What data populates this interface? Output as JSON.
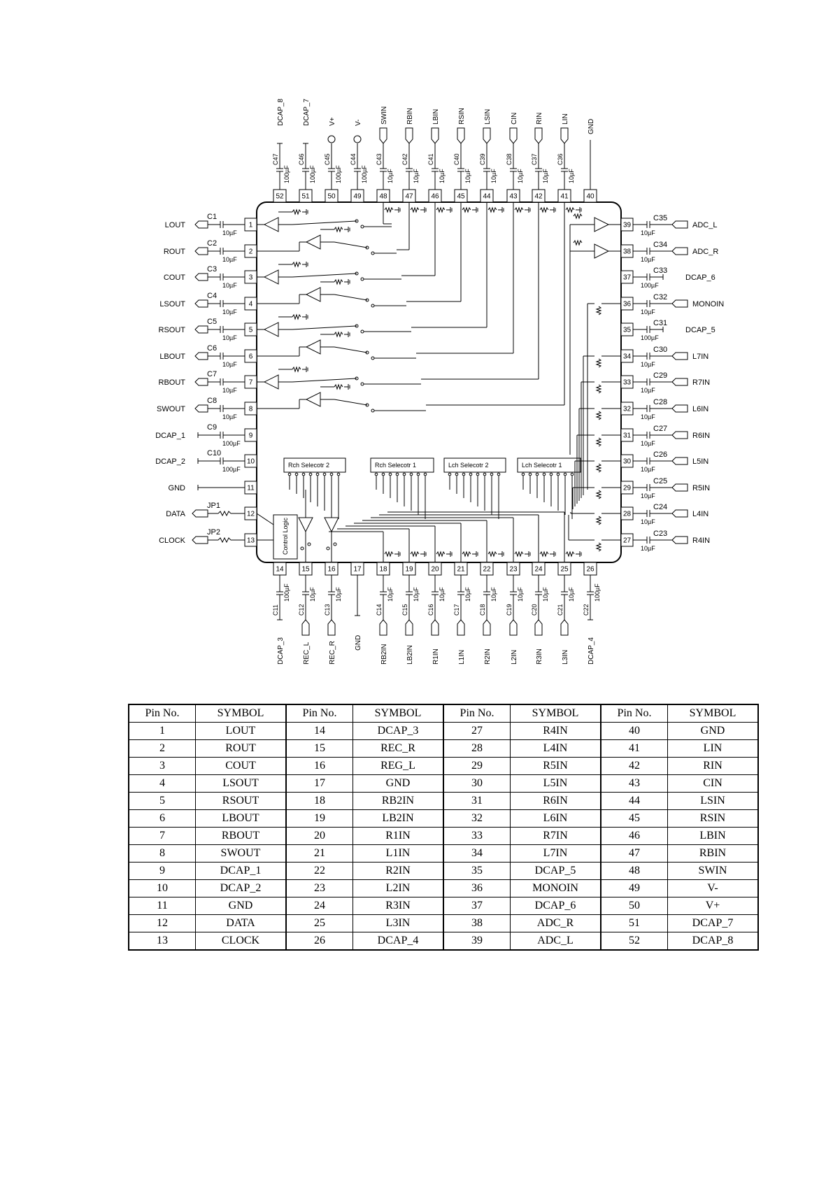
{
  "left_pins": [
    {
      "num": "1",
      "signal": "LOUT",
      "cap": "C1",
      "value": "10µF"
    },
    {
      "num": "2",
      "signal": "ROUT",
      "cap": "C2",
      "value": "10µF"
    },
    {
      "num": "3",
      "signal": "COUT",
      "cap": "C3",
      "value": "10µF"
    },
    {
      "num": "4",
      "signal": "LSOUT",
      "cap": "C4",
      "value": "10µF"
    },
    {
      "num": "5",
      "signal": "RSOUT",
      "cap": "C5",
      "value": "10µF"
    },
    {
      "num": "6",
      "signal": "LBOUT",
      "cap": "C6",
      "value": "10µF"
    },
    {
      "num": "7",
      "signal": "RBOUT",
      "cap": "C7",
      "value": "10µF"
    },
    {
      "num": "8",
      "signal": "SWOUT",
      "cap": "C8",
      "value": "10µF"
    },
    {
      "num": "9",
      "signal": "DCAP_1",
      "cap": "C9",
      "value": "100µF"
    },
    {
      "num": "10",
      "signal": "DCAP_2",
      "cap": "C10",
      "value": "100µF"
    },
    {
      "num": "11",
      "signal": "GND",
      "cap": "",
      "value": ""
    },
    {
      "num": "12",
      "signal": "DATA",
      "cap": "JP1",
      "value": ""
    },
    {
      "num": "13",
      "signal": "CLOCK",
      "cap": "JP2",
      "value": ""
    }
  ],
  "right_pins": [
    {
      "num": "39",
      "signal": "ADC_L",
      "cap": "C35",
      "value": "10µF"
    },
    {
      "num": "38",
      "signal": "ADC_R",
      "cap": "C34",
      "value": "10µF"
    },
    {
      "num": "37",
      "signal": "DCAP_6",
      "cap": "C33",
      "value": "100µF"
    },
    {
      "num": "36",
      "signal": "MONOIN",
      "cap": "C32",
      "value": "10µF"
    },
    {
      "num": "35",
      "signal": "DCAP_5",
      "cap": "C31",
      "value": "100µF"
    },
    {
      "num": "34",
      "signal": "L7IN",
      "cap": "C30",
      "value": "10µF"
    },
    {
      "num": "33",
      "signal": "R7IN",
      "cap": "C29",
      "value": "10µF"
    },
    {
      "num": "32",
      "signal": "L6IN",
      "cap": "C28",
      "value": "10µF"
    },
    {
      "num": "31",
      "signal": "R6IN",
      "cap": "C27",
      "value": "10µF"
    },
    {
      "num": "30",
      "signal": "L5IN",
      "cap": "C26",
      "value": "10µF"
    },
    {
      "num": "29",
      "signal": "R5IN",
      "cap": "C25",
      "value": "10µF"
    },
    {
      "num": "28",
      "signal": "L4IN",
      "cap": "C24",
      "value": "10µF"
    },
    {
      "num": "27",
      "signal": "R4IN",
      "cap": "C23",
      "value": "10µF"
    }
  ],
  "top_pins": [
    {
      "num": "52",
      "signal": "DCAP_8",
      "cap": "C47",
      "value": "100µF"
    },
    {
      "num": "51",
      "signal": "DCAP_7",
      "cap": "C46",
      "value": "100µF"
    },
    {
      "num": "50",
      "signal": "V+",
      "cap": "C45",
      "value": "100µF"
    },
    {
      "num": "49",
      "signal": "V-",
      "cap": "C44",
      "value": "100µF"
    },
    {
      "num": "48",
      "signal": "SWIN",
      "cap": "C43",
      "value": "10µF"
    },
    {
      "num": "47",
      "signal": "RBIN",
      "cap": "C42",
      "value": "10µF"
    },
    {
      "num": "46",
      "signal": "LBIN",
      "cap": "C41",
      "value": "10µF"
    },
    {
      "num": "45",
      "signal": "RSIN",
      "cap": "C40",
      "value": "10µF"
    },
    {
      "num": "44",
      "signal": "LSIN",
      "cap": "C39",
      "value": "10µF"
    },
    {
      "num": "43",
      "signal": "CIN",
      "cap": "C38",
      "value": "10µF"
    },
    {
      "num": "42",
      "signal": "RIN",
      "cap": "C37",
      "value": "10µF"
    },
    {
      "num": "41",
      "signal": "LIN",
      "cap": "C36",
      "value": "10µF"
    },
    {
      "num": "40",
      "signal": "GND",
      "cap": "",
      "value": ""
    }
  ],
  "bottom_pins": [
    {
      "num": "14",
      "signal": "DCAP_3",
      "cap": "C11",
      "value": "100µF"
    },
    {
      "num": "15",
      "signal": "REC_L",
      "cap": "C12",
      "value": "10µF"
    },
    {
      "num": "16",
      "signal": "REC_R",
      "cap": "C13",
      "value": "10µF"
    },
    {
      "num": "17",
      "signal": "GND",
      "cap": "",
      "value": ""
    },
    {
      "num": "18",
      "signal": "RB2IN",
      "cap": "C14",
      "value": "10µF"
    },
    {
      "num": "19",
      "signal": "LB2IN",
      "cap": "C15",
      "value": "10µF"
    },
    {
      "num": "20",
      "signal": "R1IN",
      "cap": "C16",
      "value": "10µF"
    },
    {
      "num": "21",
      "signal": "L1IN",
      "cap": "C17",
      "value": "10µF"
    },
    {
      "num": "22",
      "signal": "R2IN",
      "cap": "C18",
      "value": "10µF"
    },
    {
      "num": "23",
      "signal": "L2IN",
      "cap": "C19",
      "value": "10µF"
    },
    {
      "num": "24",
      "signal": "R3IN",
      "cap": "C20",
      "value": "10µF"
    },
    {
      "num": "25",
      "signal": "L3IN",
      "cap": "C21",
      "value": "10µF"
    },
    {
      "num": "26",
      "signal": "DCAP_4",
      "cap": "C22",
      "value": "100µF"
    }
  ],
  "blocks": {
    "selectors": [
      "Rch Selecotr 2",
      "Rch Selecotr 1",
      "Lch Selecotr 2",
      "Lch Selecotr 1"
    ],
    "control_logic": "Control Logic"
  },
  "table": {
    "headers": [
      "Pin No.",
      "SYMBOL",
      "Pin No.",
      "SYMBOL",
      "Pin No.",
      "SYMBOL",
      "Pin No.",
      "SYMBOL"
    ],
    "rows": [
      [
        "1",
        "LOUT",
        "14",
        "DCAP_3",
        "27",
        "R4IN",
        "40",
        "GND"
      ],
      [
        "2",
        "ROUT",
        "15",
        "REC_R",
        "28",
        "L4IN",
        "41",
        "LIN"
      ],
      [
        "3",
        "COUT",
        "16",
        "REG_L",
        "29",
        "R5IN",
        "42",
        "RIN"
      ],
      [
        "4",
        "LSOUT",
        "17",
        "GND",
        "30",
        "L5IN",
        "43",
        "CIN"
      ],
      [
        "5",
        "RSOUT",
        "18",
        "RB2IN",
        "31",
        "R6IN",
        "44",
        "LSIN"
      ],
      [
        "6",
        "LBOUT",
        "19",
        "LB2IN",
        "32",
        "L6IN",
        "45",
        "RSIN"
      ],
      [
        "7",
        "RBOUT",
        "20",
        "R1IN",
        "33",
        "R7IN",
        "46",
        "LBIN"
      ],
      [
        "8",
        "SWOUT",
        "21",
        "L1IN",
        "34",
        "L7IN",
        "47",
        "RBIN"
      ],
      [
        "9",
        "DCAP_1",
        "22",
        "R2IN",
        "35",
        "DCAP_5",
        "48",
        "SWIN"
      ],
      [
        "10",
        "DCAP_2",
        "23",
        "L2IN",
        "36",
        "MONOIN",
        "49",
        "V-"
      ],
      [
        "11",
        "GND",
        "24",
        "R3IN",
        "37",
        "DCAP_6",
        "50",
        "V+"
      ],
      [
        "12",
        "DATA",
        "25",
        "L3IN",
        "38",
        "ADC_R",
        "51",
        "DCAP_7"
      ],
      [
        "13",
        "CLOCK",
        "26",
        "DCAP_4",
        "39",
        "ADC_L",
        "52",
        "DCAP_8"
      ]
    ]
  }
}
